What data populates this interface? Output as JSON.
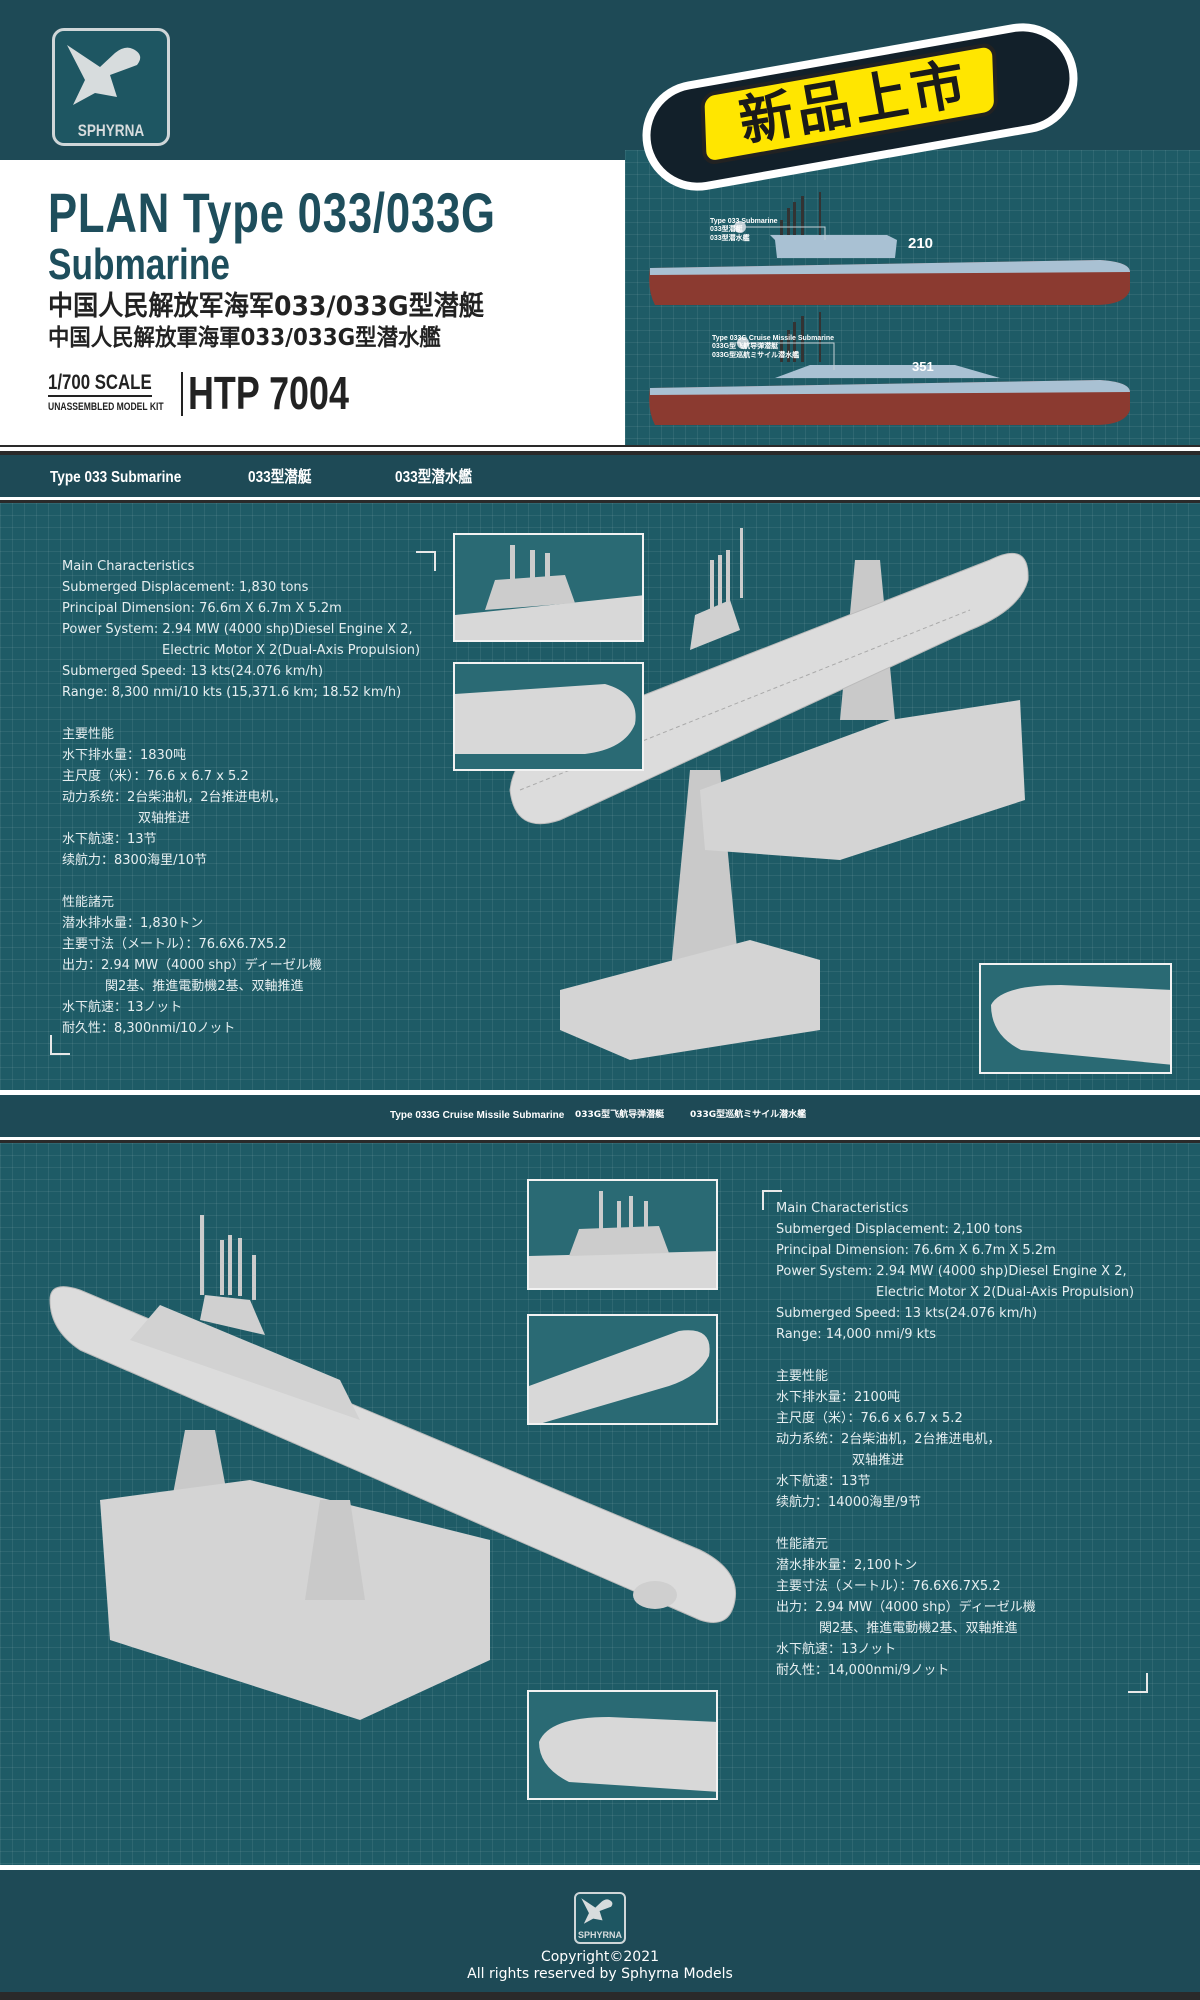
{
  "brand": {
    "logo_text": "SPHYRNA"
  },
  "badge": {
    "text": "新品上市"
  },
  "header": {
    "title_line1": "PLAN Type 033/033G",
    "title_line2": "Submarine",
    "title_cn_simplified": "中国人民解放军海军033/033G型潜艇",
    "title_cn_traditional": "中国人民解放軍海軍033/033G型潜水艦",
    "scale": "1/700 SCALE",
    "kit_type": "UNASSEMBLED MODEL KIT",
    "product_code": "HTP 7004"
  },
  "profiles": [
    {
      "labels": [
        "Type 033 Submarine",
        "033型潜艇",
        "033型潜水艦"
      ],
      "hull_number": "210"
    },
    {
      "labels": [
        "Type 033G Cruise Missile Submarine",
        "033G型飞航导弹潜艇",
        "033G型巡航ミサイル潜水艦"
      ],
      "hull_number": "351"
    }
  ],
  "sections": [
    {
      "bar": [
        "Type 033 Submarine",
        "033型潜艇",
        "033型潜水艦"
      ],
      "specs": [
        {
          "text": "Main Characteristics"
        },
        {
          "text": "Submerged Displacement: 1,830 tons"
        },
        {
          "text": "Principal Dimension: 76.6m X 6.7m X 5.2m"
        },
        {
          "text": "Power System: 2.94 MW (4000 shp)Diesel Engine X 2,"
        },
        {
          "text": "Electric Motor X 2(Dual-Axis Propulsion)",
          "indent": "ind"
        },
        {
          "text": "Submerged Speed: 13 kts(24.076 km/h)"
        },
        {
          "text": "Range: 8,300 nmi/10 kts (15,371.6 km; 18.52 km/h)"
        },
        {
          "text": ""
        },
        {
          "text": "主要性能"
        },
        {
          "text": "水下排水量：1830吨"
        },
        {
          "text": "主尺度（米）：76.6 x 6.7 x 5.2"
        },
        {
          "text": "动力系统：2台柴油机，2台推进电机，"
        },
        {
          "text": "双轴推进",
          "indent": "ind2"
        },
        {
          "text": "水下航速：13节"
        },
        {
          "text": "续航力：8300海里/10节"
        },
        {
          "text": ""
        },
        {
          "text": "性能諸元"
        },
        {
          "text": "潜水排水量：1,830トン"
        },
        {
          "text": "主要寸法（メートル）：76.6X6.7X5.2"
        },
        {
          "text": "出力：2.94 MW（4000 shp）ディーゼル機"
        },
        {
          "text": "関2基、推進電動機2基、双軸推進",
          "indent": "indj"
        },
        {
          "text": "水下航速：13ノット"
        },
        {
          "text": "耐久性：8,300nmi/10ノット"
        }
      ]
    },
    {
      "bar": [
        "Type 033G Cruise Missile Submarine",
        "033G型飞航导弹潜艇",
        "033G型巡航ミサイル潜水艦"
      ],
      "specs": [
        {
          "text": "Main Characteristics"
        },
        {
          "text": "Submerged Displacement: 2,100 tons"
        },
        {
          "text": "Principal Dimension: 76.6m X 6.7m X 5.2m"
        },
        {
          "text": "Power System: 2.94 MW (4000 shp)Diesel Engine X 2,"
        },
        {
          "text": "Electric Motor X 2(Dual-Axis Propulsion)",
          "indent": "ind"
        },
        {
          "text": "Submerged Speed: 13 kts(24.076 km/h)"
        },
        {
          "text": "Range: 14,000 nmi/9 kts"
        },
        {
          "text": ""
        },
        {
          "text": "主要性能"
        },
        {
          "text": "水下排水量：2100吨"
        },
        {
          "text": "主尺度（米）：76.6 x 6.7 x 5.2"
        },
        {
          "text": "动力系统：2台柴油机，2台推进电机，"
        },
        {
          "text": "双轴推进",
          "indent": "ind2"
        },
        {
          "text": "水下航速：13节"
        },
        {
          "text": "续航力：14000海里/9节"
        },
        {
          "text": ""
        },
        {
          "text": "性能諸元"
        },
        {
          "text": "潜水排水量：2,100トン"
        },
        {
          "text": "主要寸法（メートル）：76.6X6.7X5.2"
        },
        {
          "text": "出力：2.94 MW（4000 shp）ディーゼル機"
        },
        {
          "text": "関2基、推進電動機2基、双軸推進",
          "indent": "indj"
        },
        {
          "text": "水下航速：13ノット"
        },
        {
          "text": "耐久性：14,000nmi/9ノット"
        }
      ]
    }
  ],
  "footer": {
    "copyright": "Copyright©2021",
    "rights": "All rights reserved by Sphyrna Models"
  },
  "colors": {
    "header_dark": "#1e4a56",
    "grid_teal": "#1e5b66",
    "title_blue": "#1e4e5c",
    "hull_red": "#8b3a30",
    "hull_gray": "#a9c1d3",
    "badge_yellow": "#ffe600"
  }
}
